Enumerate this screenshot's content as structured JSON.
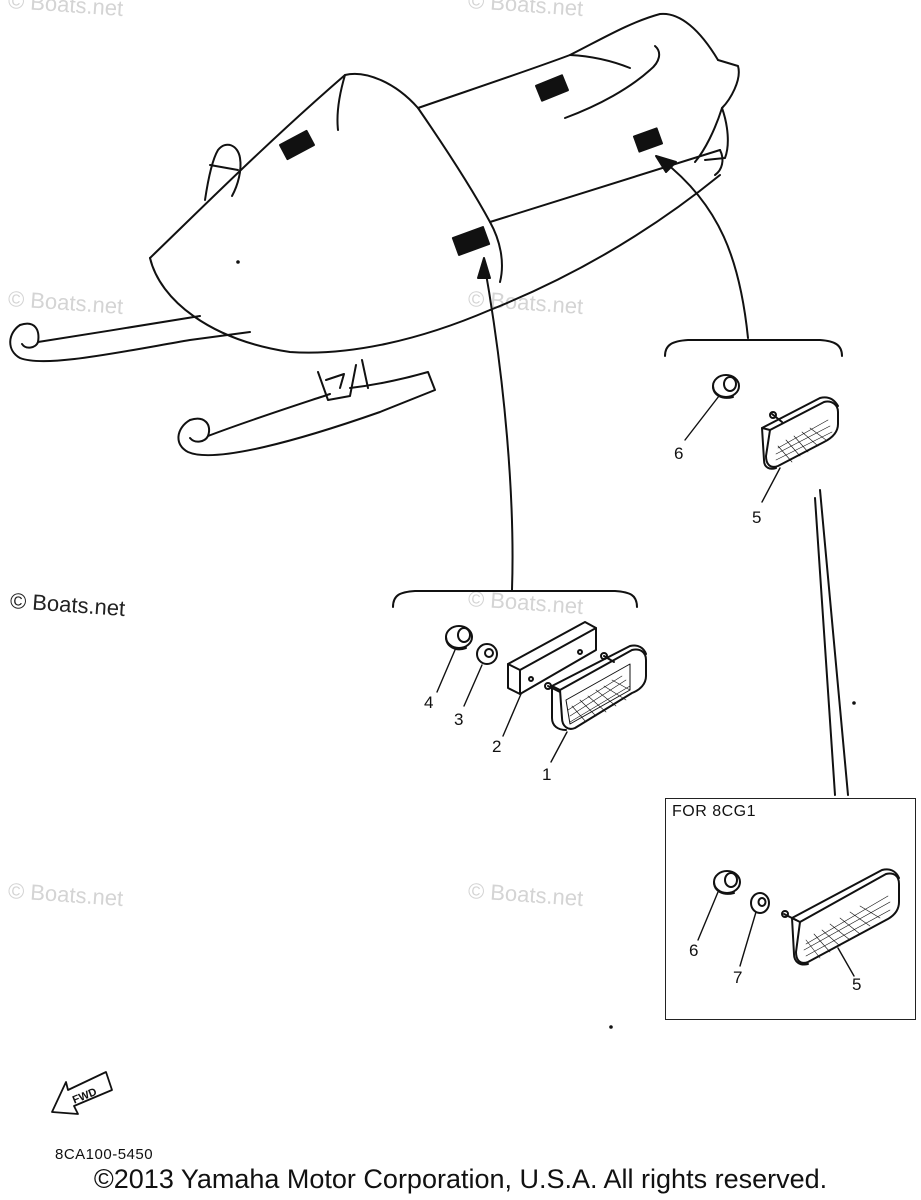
{
  "watermarks": {
    "text": "© Boats.net",
    "prominent": "© Boats.net"
  },
  "callouts": {
    "c1": "1",
    "c2": "2",
    "c3": "3",
    "c4": "4",
    "c5_top": "5",
    "c6_top": "6",
    "c5_inset": "5",
    "c6_inset": "6",
    "c7_inset": "7"
  },
  "inset": {
    "title": "FOR 8CG1"
  },
  "fwd_label": "FWD",
  "diagram_code": "8CA100-5450",
  "copyright": "©2013 Yamaha Motor Corporation, U.S.A. All rights reserved."
}
